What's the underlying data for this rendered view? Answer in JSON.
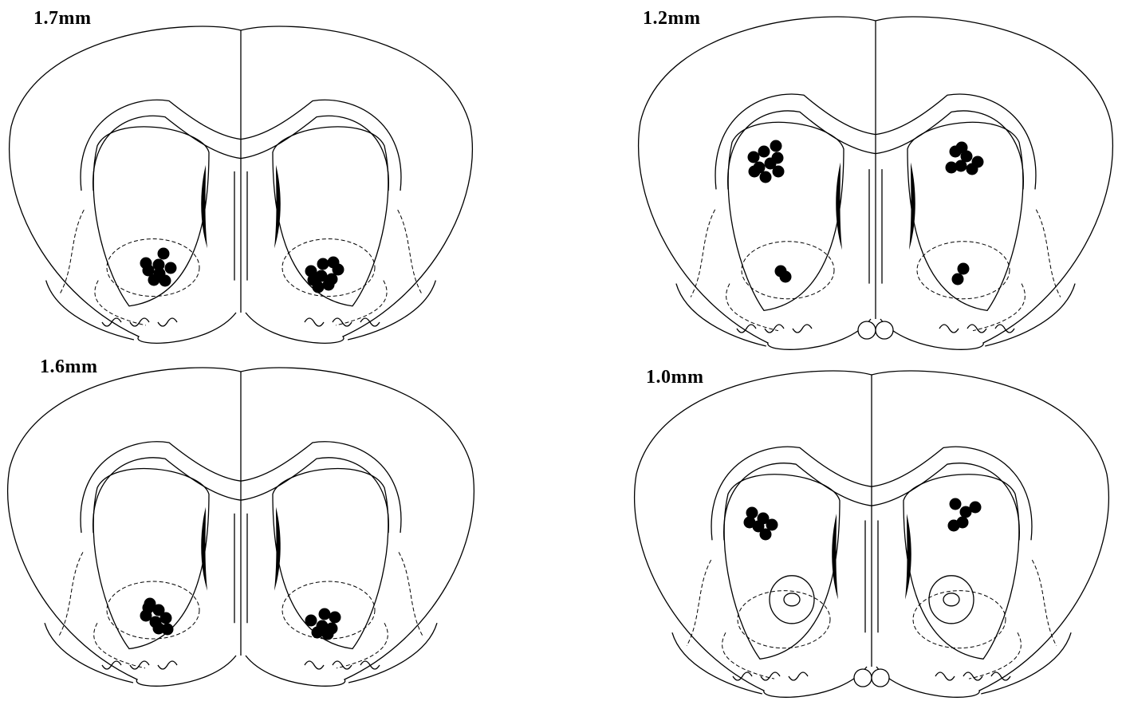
{
  "figure": {
    "panels": [
      {
        "id": "tl",
        "label": "1.7mm",
        "variant": "A",
        "left_dots": [
          [
            205,
            318
          ],
          [
            214,
            336
          ],
          [
            200,
            343
          ],
          [
            186,
            339
          ],
          [
            193,
            351
          ],
          [
            207,
            352
          ],
          [
            183,
            330
          ],
          [
            199,
            332
          ]
        ],
        "right_dots": [
          [
            390,
            340
          ],
          [
            403,
            346
          ],
          [
            416,
            350
          ],
          [
            424,
            338
          ],
          [
            412,
            357
          ],
          [
            399,
            360
          ],
          [
            405,
            331
          ],
          [
            418,
            329
          ],
          [
            393,
            351
          ]
        ]
      },
      {
        "id": "tr",
        "label": "1.2mm",
        "variant": "B",
        "left_dots": [
          [
            945,
            197
          ],
          [
            958,
            190
          ],
          [
            973,
            183
          ],
          [
            952,
            210
          ],
          [
            966,
            205
          ],
          [
            976,
            215
          ],
          [
            960,
            222
          ],
          [
            946,
            215
          ],
          [
            975,
            198
          ]
        ],
        "right_dots": [
          [
            1198,
            190
          ],
          [
            1212,
            196
          ],
          [
            1226,
            203
          ],
          [
            1205,
            208
          ],
          [
            1219,
            212
          ],
          [
            1193,
            210
          ],
          [
            1206,
            185
          ]
        ],
        "left_dots_low": [
          [
            985,
            347
          ],
          [
            979,
            340
          ]
        ],
        "right_dots_low": [
          [
            1208,
            337
          ],
          [
            1201,
            350
          ]
        ]
      },
      {
        "id": "bl",
        "label": "1.6mm",
        "variant": "C",
        "left_dots": [
          [
            188,
            757
          ],
          [
            199,
            765
          ],
          [
            208,
            775
          ],
          [
            195,
            780
          ],
          [
            183,
            772
          ],
          [
            210,
            789
          ],
          [
            199,
            788
          ],
          [
            186,
            762
          ]
        ],
        "right_dots": [
          [
            390,
            778
          ],
          [
            404,
            785
          ],
          [
            420,
            774
          ],
          [
            411,
            795
          ],
          [
            398,
            793
          ],
          [
            407,
            770
          ],
          [
            416,
            788
          ]
        ]
      },
      {
        "id": "br",
        "label": "1.0mm",
        "variant": "D",
        "left_dots": [
          [
            943,
            643
          ],
          [
            957,
            650
          ],
          [
            968,
            658
          ],
          [
            951,
            660
          ],
          [
            960,
            670
          ],
          [
            940,
            655
          ]
        ],
        "right_dots": [
          [
            1198,
            632
          ],
          [
            1211,
            642
          ],
          [
            1223,
            636
          ],
          [
            1207,
            655
          ],
          [
            1196,
            659
          ]
        ]
      }
    ]
  }
}
